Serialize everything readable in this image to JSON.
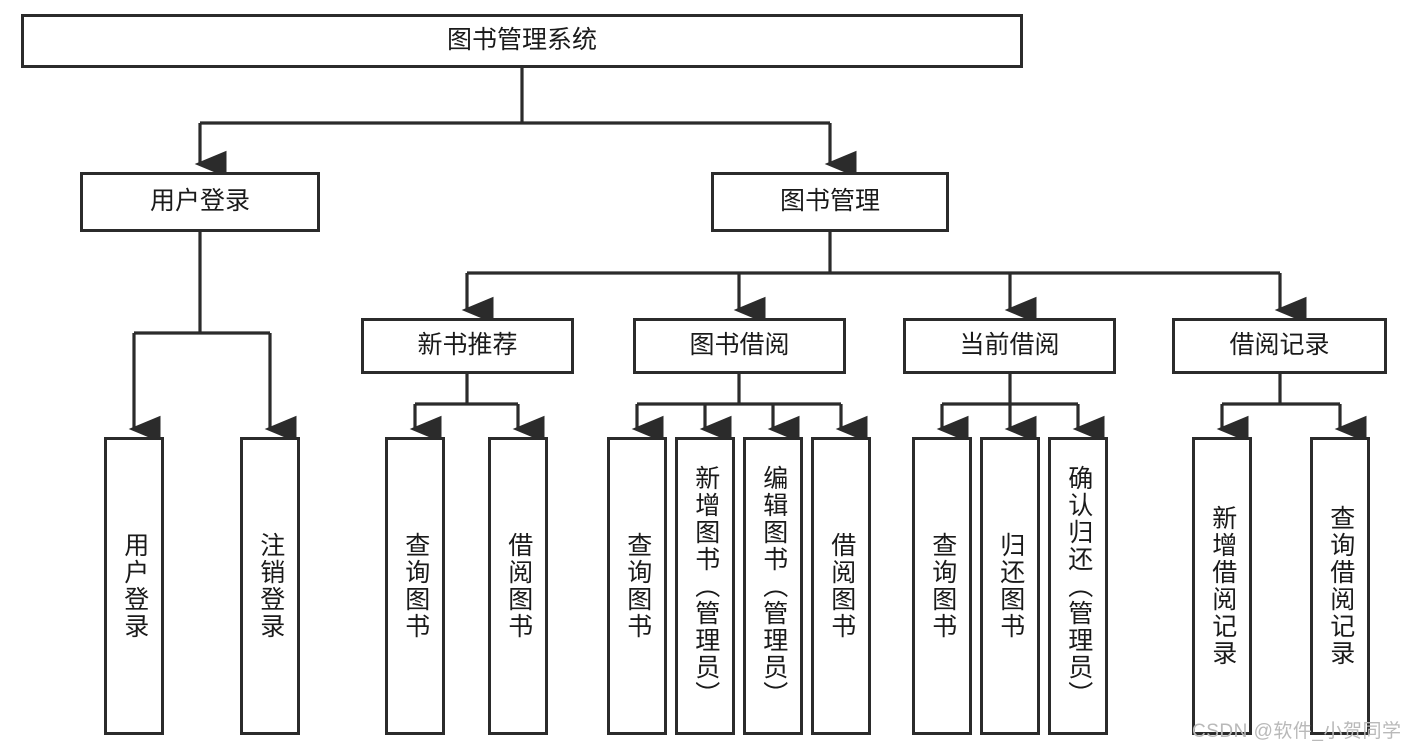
{
  "diagram": {
    "title": "图书管理系统",
    "type": "hierarchy-tree",
    "levels": 4,
    "root": {
      "id": "root",
      "label": "图书管理系统"
    },
    "level2": [
      {
        "id": "user-login",
        "label": "用户登录"
      },
      {
        "id": "book-manage",
        "label": "图书管理"
      }
    ],
    "level3": [
      {
        "id": "new-book-rec",
        "label": "新书推荐"
      },
      {
        "id": "book-borrow",
        "label": "图书借阅"
      },
      {
        "id": "current-borrow",
        "label": "当前借阅"
      },
      {
        "id": "borrow-record",
        "label": "借阅记录"
      }
    ],
    "leaves": {
      "user_login": [
        {
          "id": "leaf-user-login",
          "label": "用户登录"
        },
        {
          "id": "leaf-logout",
          "label": "注销登录"
        }
      ],
      "new_book_rec": [
        {
          "id": "leaf-query-book-1",
          "label": "查询图书"
        },
        {
          "id": "leaf-borrow-book-1",
          "label": "借阅图书"
        }
      ],
      "book_borrow": [
        {
          "id": "leaf-query-book-2",
          "label": "查询图书"
        },
        {
          "id": "leaf-add-book",
          "label": "新增图书（管理员）"
        },
        {
          "id": "leaf-edit-book",
          "label": "编辑图书（管理员）"
        },
        {
          "id": "leaf-borrow-book-2",
          "label": "借阅图书"
        }
      ],
      "current_borrow": [
        {
          "id": "leaf-query-book-3",
          "label": "查询图书"
        },
        {
          "id": "leaf-return-book",
          "label": "归还图书"
        },
        {
          "id": "leaf-confirm-return",
          "label": "确认归还（管理员）"
        }
      ],
      "borrow_record": [
        {
          "id": "leaf-add-record",
          "label": "新增借阅记录"
        },
        {
          "id": "leaf-query-record",
          "label": "查询借阅记录"
        }
      ]
    }
  },
  "watermark": {
    "text": "CSDN @软件_小贺同学"
  },
  "colors": {
    "border": "#2b2b2b",
    "background": "#ffffff",
    "text": "#1a1a1a",
    "connector": "#2b2b2b",
    "watermark": "#b9b9b9"
  }
}
